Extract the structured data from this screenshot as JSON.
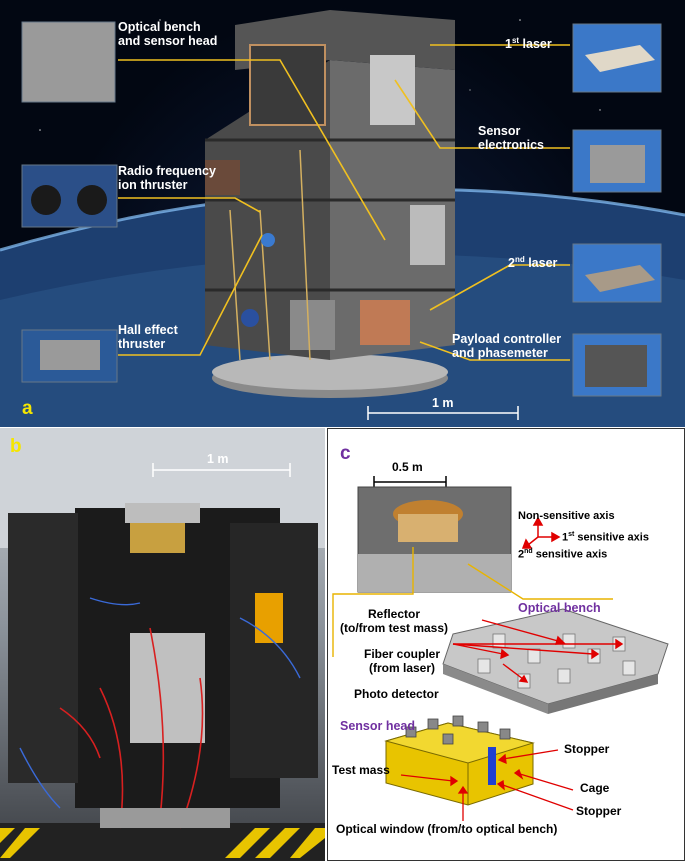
{
  "panel_a": {
    "letter": "a",
    "labels": {
      "optical_bench": [
        "Optical bench",
        "and sensor head"
      ],
      "first_laser_num": "1",
      "first_laser_sup": "st",
      "first_laser_text": " laser",
      "sensor_electronics": [
        "Sensor",
        "electronics"
      ],
      "rf_thruster": [
        "Radio frequency",
        "ion thruster"
      ],
      "second_laser_num": "2",
      "second_laser_sup": "nd",
      "second_laser_text": " laser",
      "hall_thruster": [
        "Hall effect",
        "thruster"
      ],
      "payload_controller": [
        "Payload controller",
        "and phasemeter"
      ]
    },
    "scale_bar": "1 m"
  },
  "panel_b": {
    "letter": "b",
    "scale_bar": "1 m"
  },
  "panel_c": {
    "letter": "c",
    "scale_bar": "0.5 m",
    "axes": {
      "non_sensitive": "Non-sensitive axis",
      "first_num": "1",
      "first_sup": "st",
      "first_text": " sensitive axis",
      "second_num": "2",
      "second_sup": "nd",
      "second_text": " sensitive axis"
    },
    "labels": {
      "optical_bench": "Optical bench",
      "reflector": [
        "Reflector",
        "(to/from test mass)"
      ],
      "fiber_coupler": [
        "Fiber coupler",
        "(from laser)"
      ],
      "photo_detector": "Photo detector",
      "sensor_head": "Sensor head",
      "test_mass": "Test mass",
      "stopper_top": "Stopper",
      "cage": "Cage",
      "stopper_bottom": "Stopper",
      "optical_window": "Optical window (from/to optical bench)"
    },
    "colors": {
      "accent_purple": "#7030a0",
      "leader_yellow": "#e8b400",
      "arrow_red": "#e00000"
    }
  }
}
